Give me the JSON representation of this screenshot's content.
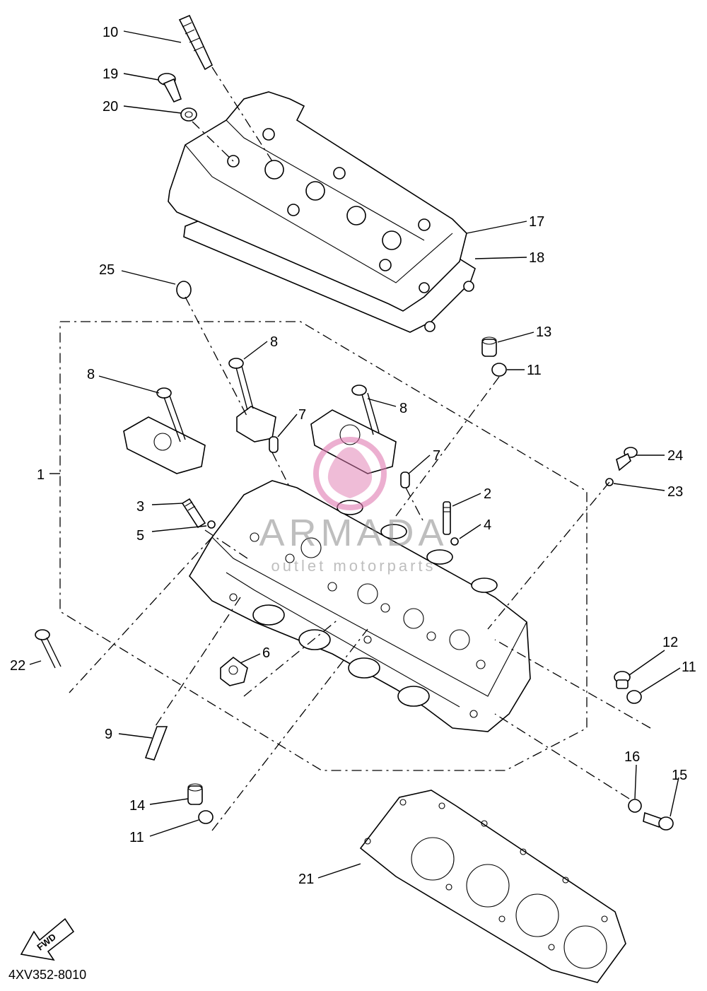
{
  "diagram_code": "4XV352-8010",
  "fwd_label": "FWD",
  "watermark": {
    "brand": "ARMADA",
    "tagline": "outlet motorparts",
    "color": "#e07ab0"
  },
  "callouts": [
    {
      "id": "c10",
      "label": "10"
    },
    {
      "id": "c19",
      "label": "19"
    },
    {
      "id": "c20",
      "label": "20"
    },
    {
      "id": "c17",
      "label": "17"
    },
    {
      "id": "c18",
      "label": "18"
    },
    {
      "id": "c25",
      "label": "25"
    },
    {
      "id": "c13",
      "label": "13"
    },
    {
      "id": "c11a",
      "label": "11"
    },
    {
      "id": "c8a",
      "label": "8"
    },
    {
      "id": "c8b",
      "label": "8"
    },
    {
      "id": "c8c",
      "label": "8"
    },
    {
      "id": "c7a",
      "label": "7"
    },
    {
      "id": "c7b",
      "label": "7"
    },
    {
      "id": "c24",
      "label": "24"
    },
    {
      "id": "c23",
      "label": "23"
    },
    {
      "id": "c1",
      "label": "1"
    },
    {
      "id": "c3",
      "label": "3"
    },
    {
      "id": "c5",
      "label": "5"
    },
    {
      "id": "c2",
      "label": "2"
    },
    {
      "id": "c4",
      "label": "4"
    },
    {
      "id": "c6",
      "label": "6"
    },
    {
      "id": "c22",
      "label": "22"
    },
    {
      "id": "c12",
      "label": "12"
    },
    {
      "id": "c11b",
      "label": "11"
    },
    {
      "id": "c9",
      "label": "9"
    },
    {
      "id": "c16",
      "label": "16"
    },
    {
      "id": "c15",
      "label": "15"
    },
    {
      "id": "c14",
      "label": "14"
    },
    {
      "id": "c11c",
      "label": "11"
    },
    {
      "id": "c21",
      "label": "21"
    }
  ]
}
